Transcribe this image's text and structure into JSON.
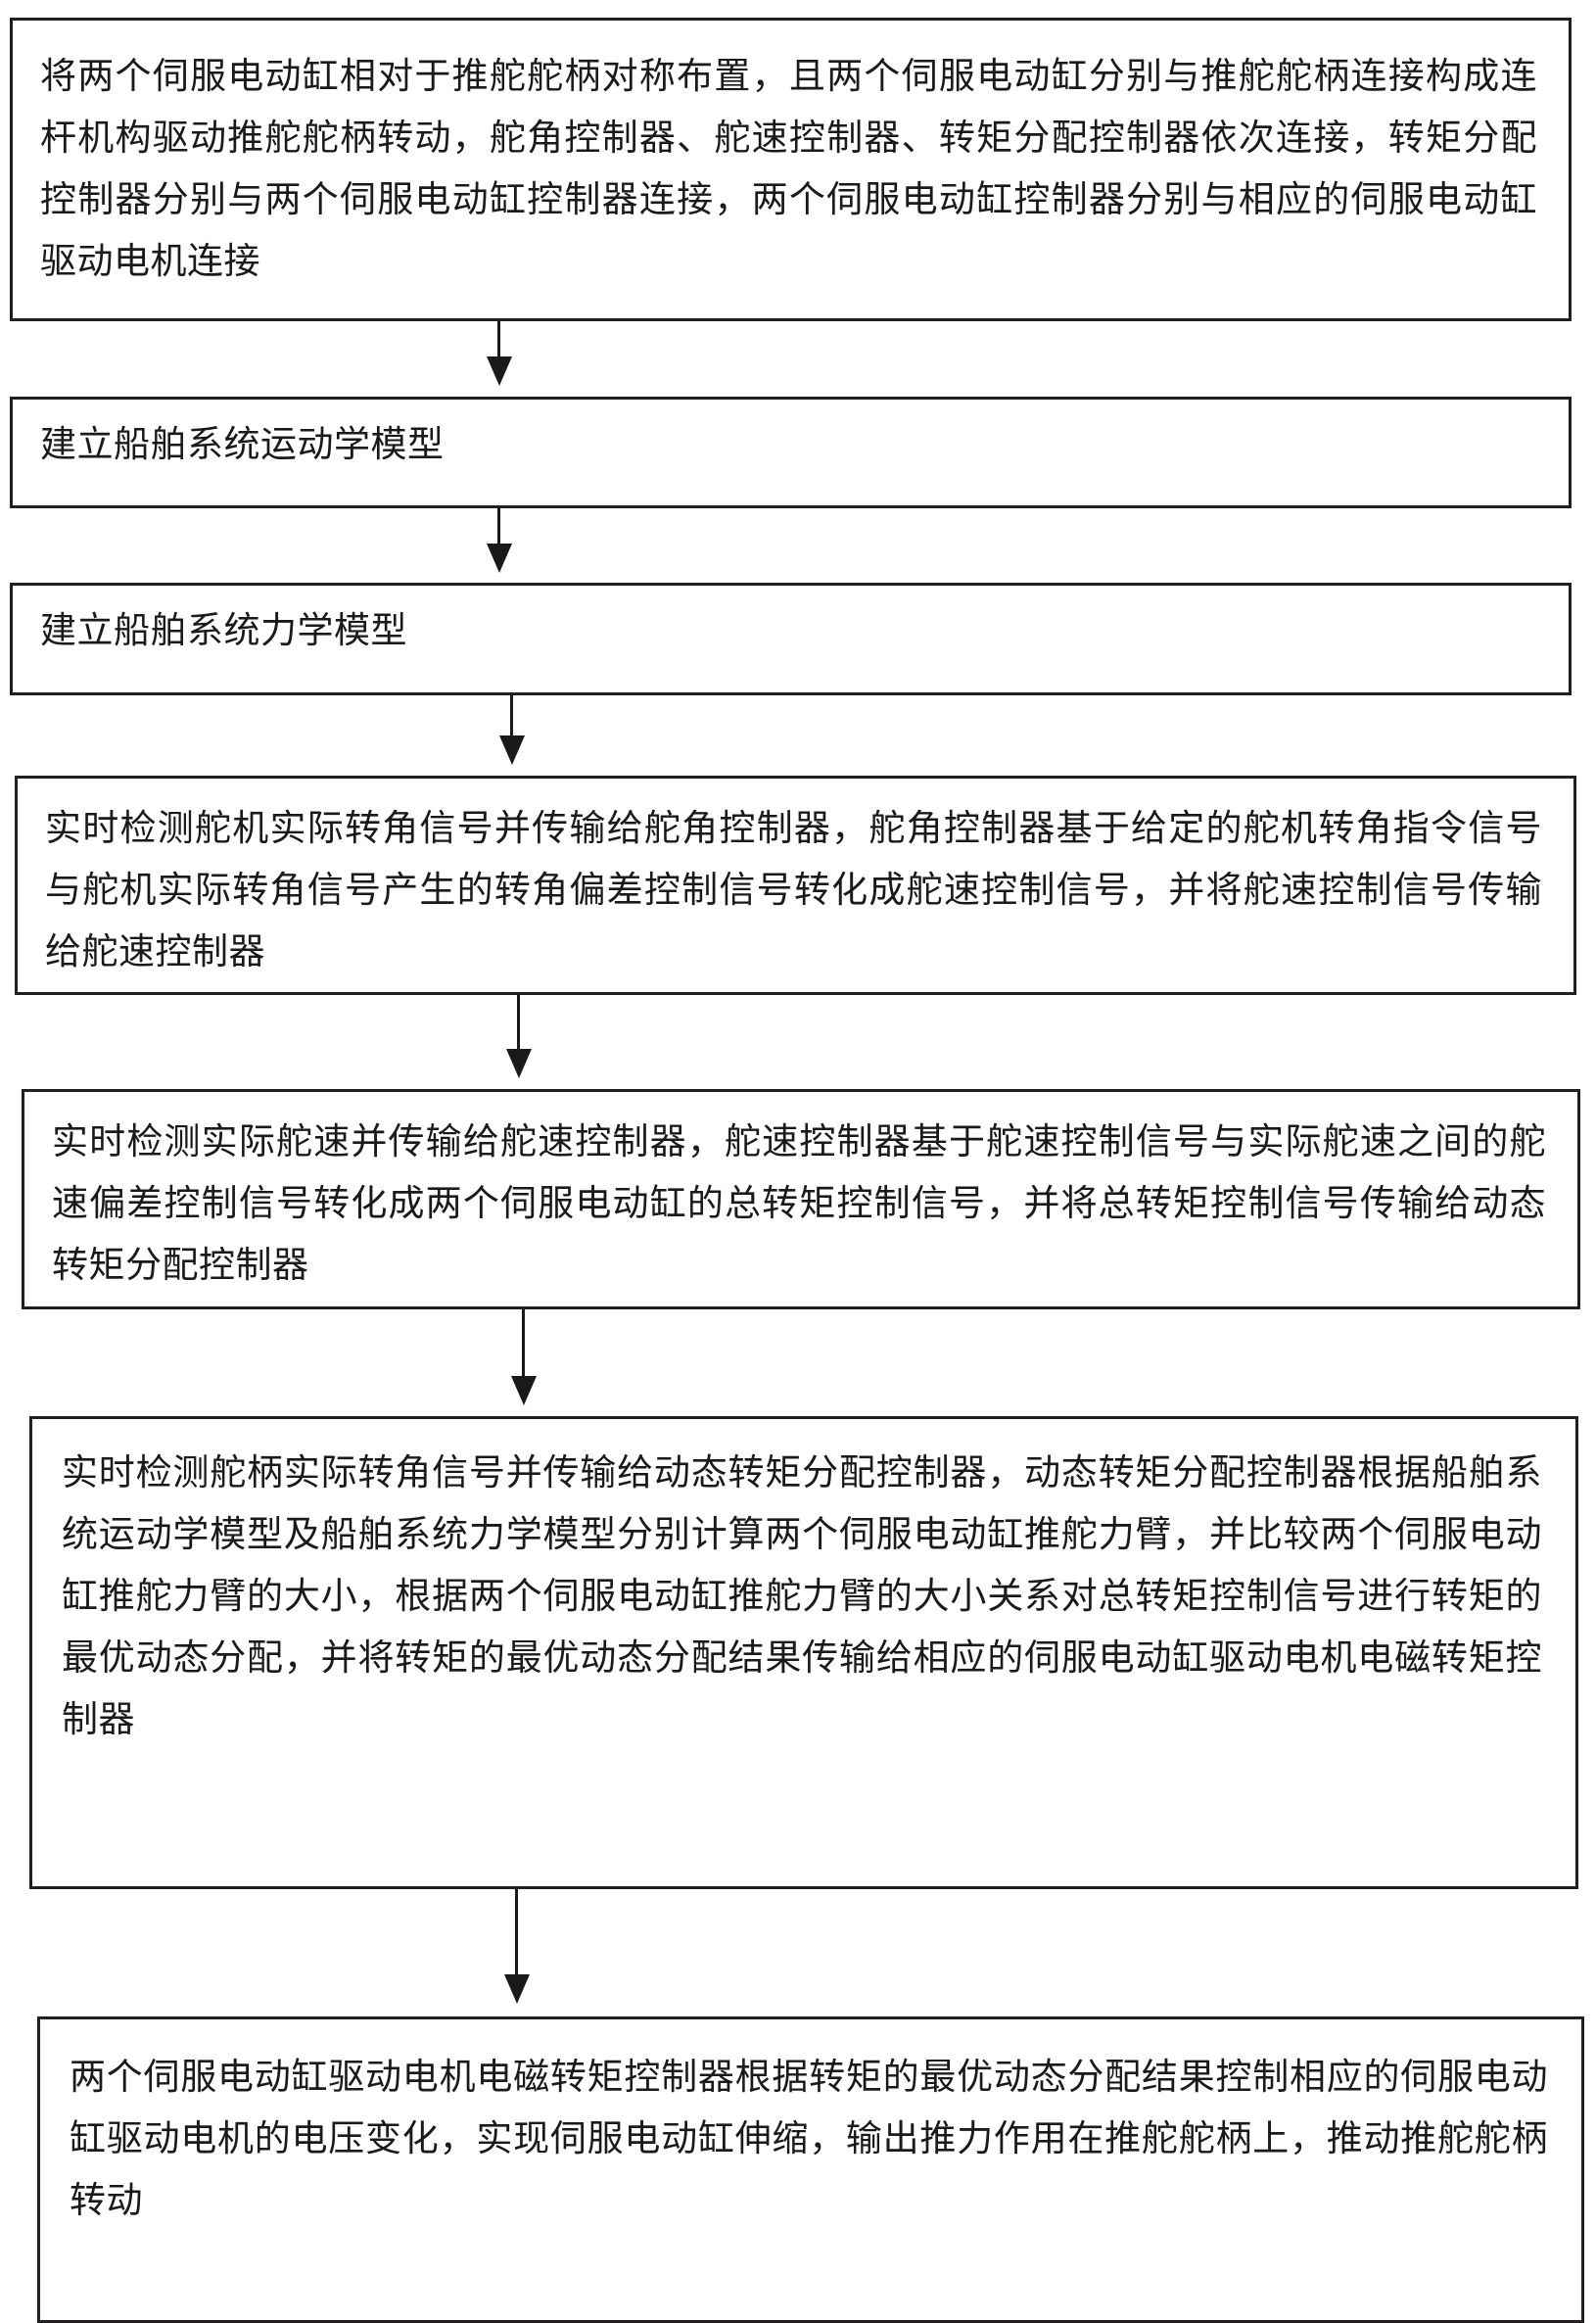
{
  "diagram": {
    "type": "flowchart",
    "orientation": "vertical",
    "title": "",
    "colors": {
      "box_border": "#231f20",
      "box_fill": "#ffffff",
      "text": "#1a1a1a",
      "arrow": "#1a1a1a",
      "page_background": "#ffffff"
    },
    "nodes": [
      {
        "id": "step-1",
        "text": "将两个伺服电动缸相对于推舵舵柄对称布置，且两个伺服电动缸分别与推舵舵柄连接构成连杆机构驱动推舵舵柄转动，舵角控制器、舵速控制器、转矩分配控制器依次连接，转矩分配控制器分别与两个伺服电动缸控制器连接，两个伺服电动缸控制器分别与相应的伺服电动缸驱动电机连接"
      },
      {
        "id": "step-2",
        "text": "建立船舶系统运动学模型"
      },
      {
        "id": "step-3",
        "text": "建立船舶系统力学模型"
      },
      {
        "id": "step-4",
        "text": "实时检测舵机实际转角信号并传输给舵角控制器，舵角控制器基于给定的舵机转角指令信号与舵机实际转角信号产生的转角偏差控制信号转化成舵速控制信号，并将舵速控制信号传输给舵速控制器"
      },
      {
        "id": "step-5",
        "text": "实时检测实际舵速并传输给舵速控制器，舵速控制器基于舵速控制信号与实际舵速之间的舵速偏差控制信号转化成两个伺服电动缸的总转矩控制信号，并将总转矩控制信号传输给动态转矩分配控制器"
      },
      {
        "id": "step-6",
        "text": "实时检测舵柄实际转角信号并传输给动态转矩分配控制器，动态转矩分配控制器根据船舶系统运动学模型及船舶系统力学模型分别计算两个伺服电动缸推舵力臂，并比较两个伺服电动缸推舵力臂的大小，根据两个伺服电动缸推舵力臂的大小关系对总转矩控制信号进行转矩的最优动态分配，并将转矩的最优动态分配结果传输给相应的伺服电动缸驱动电机电磁转矩控制器"
      },
      {
        "id": "step-7",
        "text": "两个伺服电动缸驱动电机电磁转矩控制器根据转矩的最优动态分配结果控制相应的伺服电动缸驱动电机的电压变化，实现伺服电动缸伸缩，输出推力作用在推舵舵柄上，推动推舵舵柄转动"
      }
    ],
    "edges": [
      {
        "id": "edge-1-2",
        "from": "step-1",
        "to": "step-2",
        "arrowhead": "solid-triangle"
      },
      {
        "id": "edge-2-3",
        "from": "step-2",
        "to": "step-3",
        "arrowhead": "solid-triangle"
      },
      {
        "id": "edge-3-4",
        "from": "step-3",
        "to": "step-4",
        "arrowhead": "solid-triangle"
      },
      {
        "id": "edge-4-5",
        "from": "step-4",
        "to": "step-5",
        "arrowhead": "solid-triangle"
      },
      {
        "id": "edge-5-6",
        "from": "step-5",
        "to": "step-6",
        "arrowhead": "solid-triangle"
      },
      {
        "id": "edge-6-7",
        "from": "step-6",
        "to": "step-7",
        "arrowhead": "solid-triangle"
      }
    ]
  }
}
